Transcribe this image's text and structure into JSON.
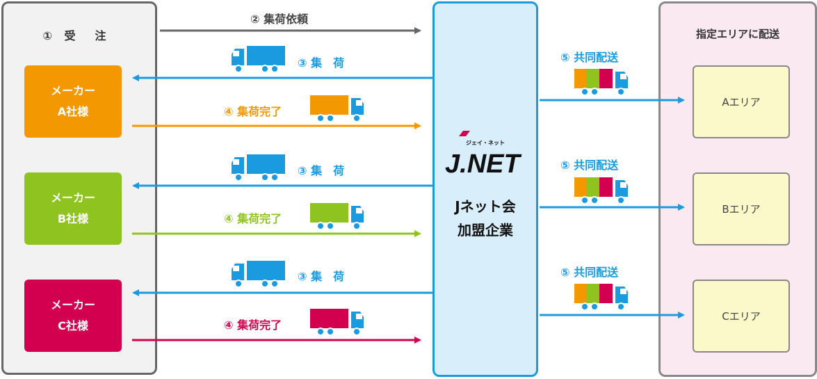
{
  "left_panel": {
    "title": "① 受　注",
    "makers": [
      {
        "line1": "メーカー",
        "line2": "A社様",
        "color": "#f39800"
      },
      {
        "line1": "メーカー",
        "line2": "B社様",
        "color": "#8fc31f"
      },
      {
        "line1": "メーカー",
        "line2": "C社様",
        "color": "#d3004f"
      }
    ]
  },
  "center": {
    "logo_kana": "ジェイ・ネット",
    "logo_text": "J.NET",
    "line1": "Jネット会",
    "line2": "加盟企業"
  },
  "right_panel": {
    "title": "指定エリアに配送",
    "areas": [
      "Aエリア",
      "Bエリア",
      "Cエリア"
    ]
  },
  "flows": {
    "request_label": "② 集荷依頼",
    "pickup_label": "③ 集　荷",
    "pickup_done_label": "④ 集荷完了",
    "delivery_label": "⑤ 共同配送"
  },
  "colors": {
    "gray": "#666666",
    "blue": "#1a9be0",
    "orange": "#f39800",
    "green": "#8fc31f",
    "red": "#d3004f"
  }
}
